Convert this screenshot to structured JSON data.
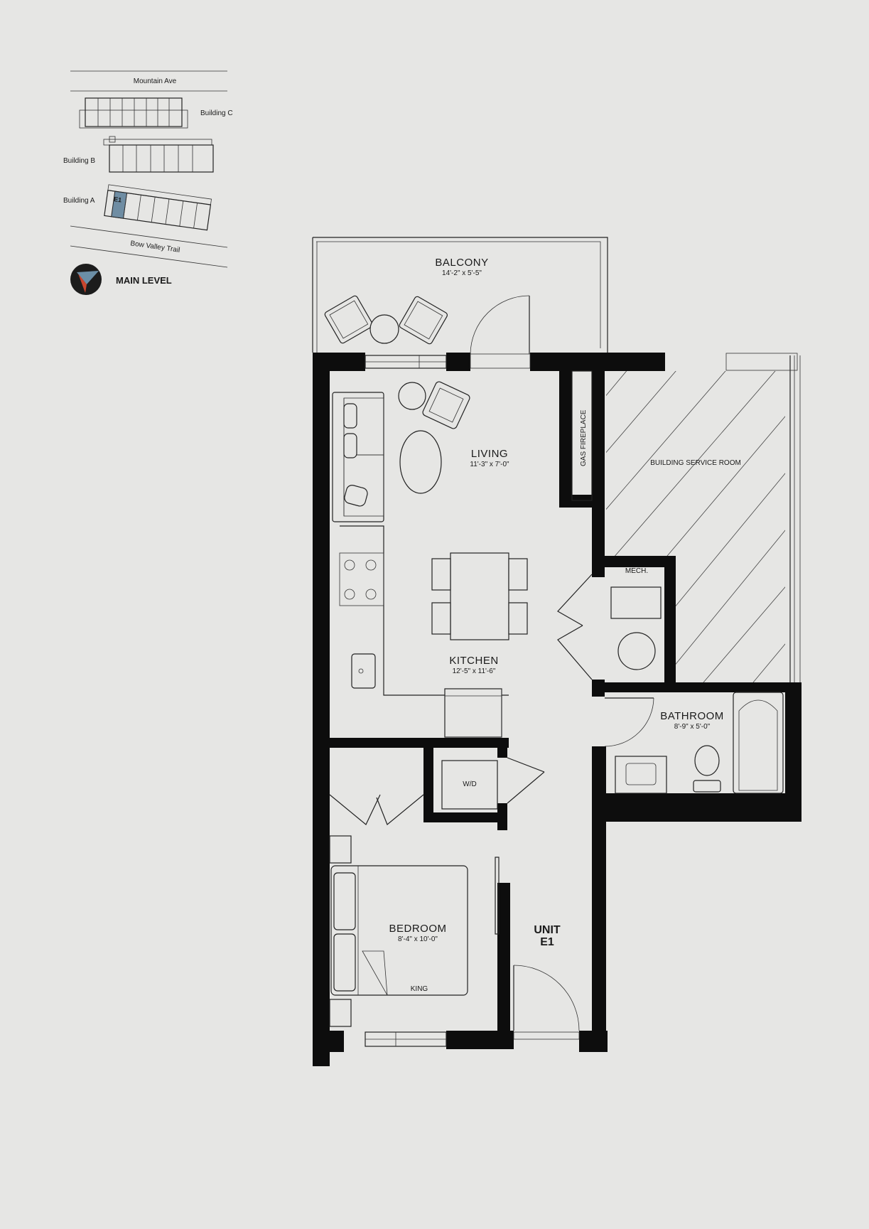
{
  "key_plan": {
    "street_top": "Mountain Ave",
    "street_bottom": "Bow Valley Trail",
    "building_a": "Building A",
    "building_b": "Building B",
    "building_c": "Building C",
    "unit_marker": "E1",
    "highlight_color": "#6f8da3",
    "level_label": "MAIN LEVEL",
    "compass_colors": {
      "disc": "#1c1c1c",
      "north": "#6b8ea6",
      "south": "#c9452d"
    }
  },
  "rooms": {
    "balcony": {
      "name": "BALCONY",
      "dims": "14'-2\" x 5'-5\""
    },
    "living": {
      "name": "LIVING",
      "dims": "11'-3\" x 7'-0\""
    },
    "kitchen": {
      "name": "KITCHEN",
      "dims": "12'-5\" x 11'-6\""
    },
    "bathroom": {
      "name": "BATHROOM",
      "dims": "8'-9\" x 5'-0\""
    },
    "bedroom": {
      "name": "BEDROOM",
      "dims": "8'-4\" x 10'-0\"",
      "bed": "KING"
    },
    "service": {
      "name": "BUILDING SERVICE ROOM"
    },
    "mech": {
      "name": "MECH."
    },
    "fireplace": {
      "name": "GAS FIREPLACE"
    },
    "wd": {
      "name": "W/D"
    }
  },
  "unit": {
    "line1": "UNIT",
    "line2": "E1"
  }
}
